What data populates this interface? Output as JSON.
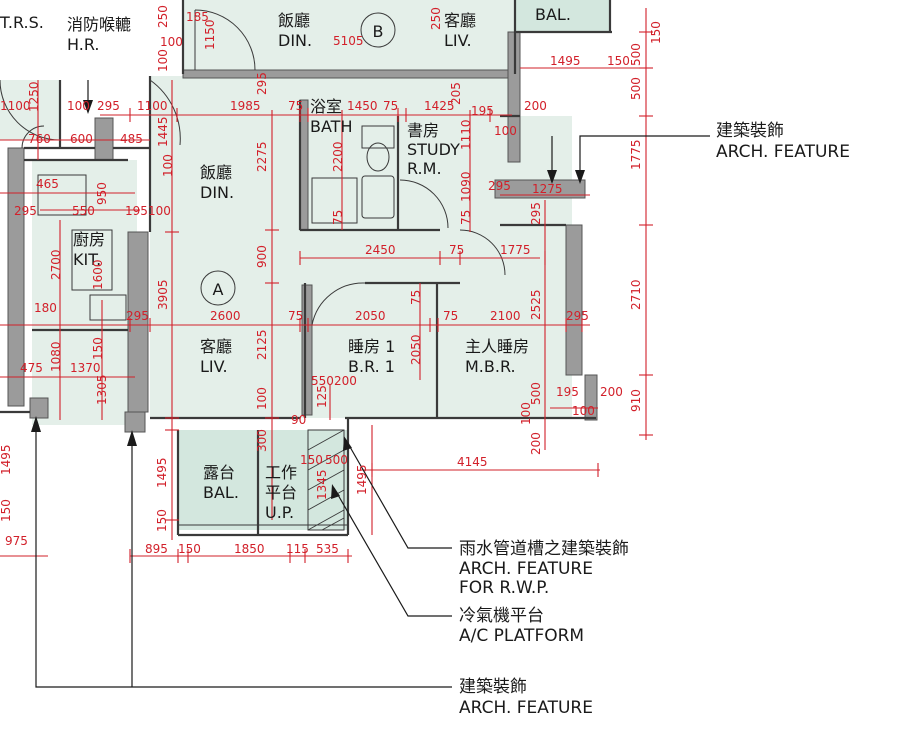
{
  "rooms": {
    "din_top": [
      "飯廳",
      "DIN."
    ],
    "liv_top": [
      "客廳",
      "LIV."
    ],
    "bal_top": "BAL.",
    "hr": [
      "消防喉轆",
      "H.R."
    ],
    "trs": "T.R.S.",
    "bath": [
      "浴室",
      "BATH"
    ],
    "study": [
      "書房",
      "STUDY",
      "R.M."
    ],
    "din": [
      "飯廳",
      "DIN."
    ],
    "kit": [
      "廚房",
      "KIT."
    ],
    "liv": [
      "客廳",
      "LIV."
    ],
    "br1": [
      "睡房 1",
      "B.R. 1"
    ],
    "mbr": [
      "主人睡房",
      "M.B.R."
    ],
    "bal": [
      "露台",
      "BAL."
    ],
    "up": [
      "工作",
      "平台",
      "U.P."
    ]
  },
  "markers": {
    "a": "A",
    "b": "B"
  },
  "annotations": {
    "arch_feature_top": [
      "建築裝飾",
      "ARCH. FEATURE"
    ],
    "rwp": [
      "雨水管道槽之建築裝飾",
      "ARCH. FEATURE",
      "FOR R.W.P."
    ],
    "ac": [
      "冷氣機平台",
      "A/C PLATFORM"
    ],
    "arch_feature_bottom": [
      "建築裝飾",
      "ARCH. FEATURE"
    ]
  },
  "dimensions": {
    "d5105": "5105",
    "d1495_top": "1495",
    "d150_top": "150",
    "d185": "185",
    "d1150": "1150",
    "d100_a": "100",
    "d100_b": "100",
    "d250": "250",
    "d295_top": "295",
    "d500_r": "500",
    "d150_r": "150",
    "d1985": "1985",
    "d75_a": "75",
    "d1450": "1450",
    "d75_b": "75",
    "d1425": "1425",
    "d205": "205",
    "d195_a": "195",
    "d200_a": "200",
    "d100_c": "100",
    "d1110": "1110",
    "d1100_l": "1100",
    "d1250": "1250",
    "d100_d": "100",
    "d295_a": "295",
    "d1100": "1100",
    "d760": "760",
    "d600": "600",
    "d485": "485",
    "d1445": "1445",
    "d2275": "2275",
    "d2200": "2200",
    "d1090": "1090",
    "d100_e": "100",
    "d950": "950",
    "d465": "465",
    "d295_b": "295",
    "d550": "550",
    "d195_b": "195",
    "d100_f": "100",
    "d75_c": "75",
    "d75_d": "75",
    "d295_c": "295",
    "d1275": "1275",
    "d295_d": "295",
    "d1775_r": "1775",
    "d2450": "2450",
    "d75_e": "75",
    "d1775": "1775",
    "d900": "900",
    "d3905": "3905",
    "d2700": "2700",
    "d1600": "1600",
    "d180": "180",
    "d75_f": "75",
    "d2710": "2710",
    "d295_e": "295",
    "d2600": "2600",
    "d75_g": "75",
    "d2050_a": "2050",
    "d75_h": "75",
    "d2100": "2100",
    "d2525": "2525",
    "d295_f": "295",
    "d150_a": "150",
    "d2125": "2125",
    "d2050_b": "2050",
    "d1080": "1080",
    "d475": "475",
    "d1370": "1370",
    "d550_b": "550",
    "d200_b": "200",
    "d1305": "1305",
    "d195_c": "195",
    "d200_c": "200",
    "d100_g": "100",
    "d910": "910",
    "d500_b": "500",
    "d100_h": "100",
    "d125": "125",
    "d100_i": "100",
    "d90": "90",
    "d300": "300",
    "d150_b": "150",
    "d200_d": "200",
    "d4145": "4145",
    "d1495_a": "1495",
    "d1495_b": "1495",
    "d150_c": "150",
    "d500_c": "500",
    "d1345": "1345",
    "d1495_l": "1495",
    "d150_d": "150",
    "d975": "975",
    "d895": "895",
    "d150_e": "150",
    "d1850": "1850",
    "d115": "115",
    "d535": "535"
  }
}
